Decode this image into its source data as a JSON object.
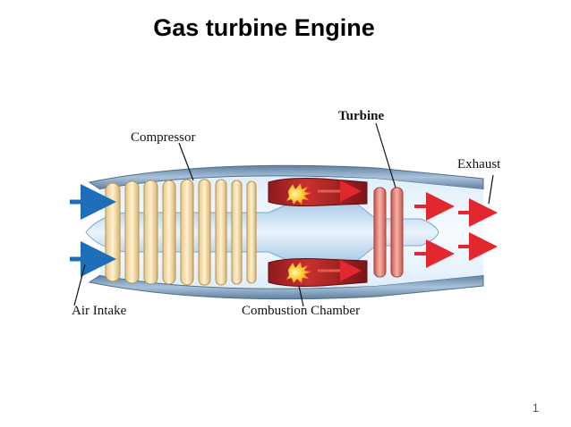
{
  "slide": {
    "title": "Gas turbine Engine",
    "page_number": "1"
  },
  "diagram": {
    "labels": {
      "compressor": "Compressor",
      "turbine": "Turbine",
      "exhaust": "Exhaust",
      "air_intake": "Air Intake",
      "combustion_chamber": "Combustion Chamber"
    },
    "colors": {
      "casing": "#7f9fbf",
      "shaft": "#cfe3f5",
      "compressor_blade": "#f1d9a8",
      "turbine_blade": "#e98a7d",
      "combustion": "#b3262b",
      "flame": "#ffd23f",
      "intake_arrow": "#1f6fb8",
      "exhaust_arrow": "#e0282e"
    }
  }
}
